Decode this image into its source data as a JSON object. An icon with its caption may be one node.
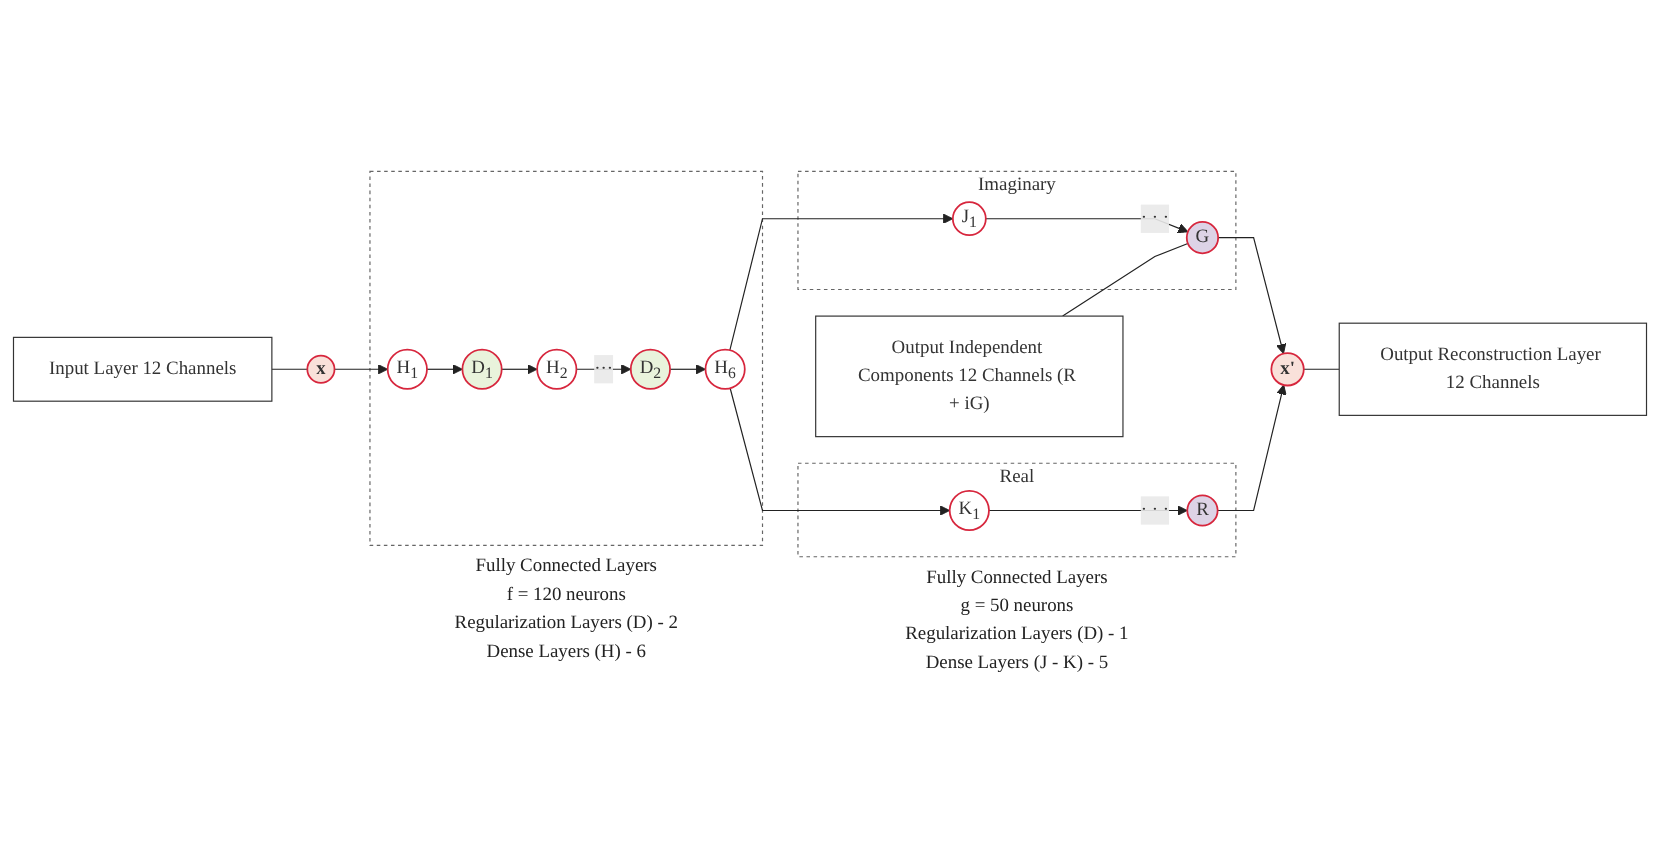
{
  "diagram": {
    "nodes": [
      {
        "text": [
          "Input Layer 12 Channels"
        ]
      },
      {
        "text": [
          "x"
        ]
      },
      {
        "text": [],
        "shape": "box",
        "beside": [
          "Fully Connected Layers",
          "f = 120 neurons",
          "Regularization Layers (D) - 2",
          "Dense Layers (H) - 6"
        ]
      },
      {
        "text": [
          "H$_{1}$"
        ],
        "in": 2
      },
      {
        "text": [
          "D$_{1}$"
        ],
        "in": 2
      },
      {
        "text": [
          "H$_{2}$"
        ],
        "in": 2
      },
      {
        "text": [
          "D$_{2}$"
        ],
        "in": 2
      },
      {
        "text": [
          "H$_{6}$"
        ],
        "in": 2
      },
      {
        "text": [
          "Output Independent Components 12 Channels (R + iG)"
        ]
      },
      {
        "text": [
          "Imaginary"
        ]
      },
      {
        "text": [
          "J$_{1}$"
        ],
        "in": 9
      },
      {
        "text": [
          "G"
        ],
        "in": 9
      },
      {
        "text": [
          "Real"
        ],
        "beside": [
          "Fully Connected Layers",
          "g = 50 neurons",
          "Regularization Layers (D) - 1",
          "Dense Layers (J - K) - 5"
        ]
      },
      {
        "text": [
          "K$_{1}$"
        ],
        "in": 12
      },
      {
        "text": [
          "R"
        ],
        "in": 12
      },
      {
        "text": [
          "x'"
        ]
      },
      {
        "text": [
          "Output Reconstruction Layer 12 Channels"
        ]
      }
    ],
    "edges": [
      {
        "from": 0,
        "to": 1,
        "arrow": "none"
      },
      {
        "from": 1,
        "to": 3,
        "arrow": "to"
      },
      {
        "from": 3,
        "to": 4,
        "arrow": "to"
      },
      {
        "from": 4,
        "to": 5,
        "arrow": "to"
      },
      {
        "from": 5,
        "to": 6,
        "arrow": "to",
        "label": "···"
      },
      {
        "from": 6,
        "to": 7,
        "arrow": "to"
      },
      {
        "from": 7,
        "to": 10,
        "arrow": "to"
      },
      {
        "from": 7,
        "to": 13,
        "arrow": "to"
      },
      {
        "from": 10,
        "to": 11,
        "arrow": "to",
        "label": "· · ·"
      },
      {
        "from": 13,
        "to": 14,
        "arrow": "to",
        "label": "· · ·"
      },
      {
        "from": 8,
        "to": 11,
        "arrow": "none"
      },
      {
        "from": 11,
        "to": 15,
        "arrow": "to"
      },
      {
        "from": 14,
        "to": 15,
        "arrow": "to"
      },
      {
        "from": 15,
        "to": 16,
        "arrow": "none"
      }
    ]
  }
}
